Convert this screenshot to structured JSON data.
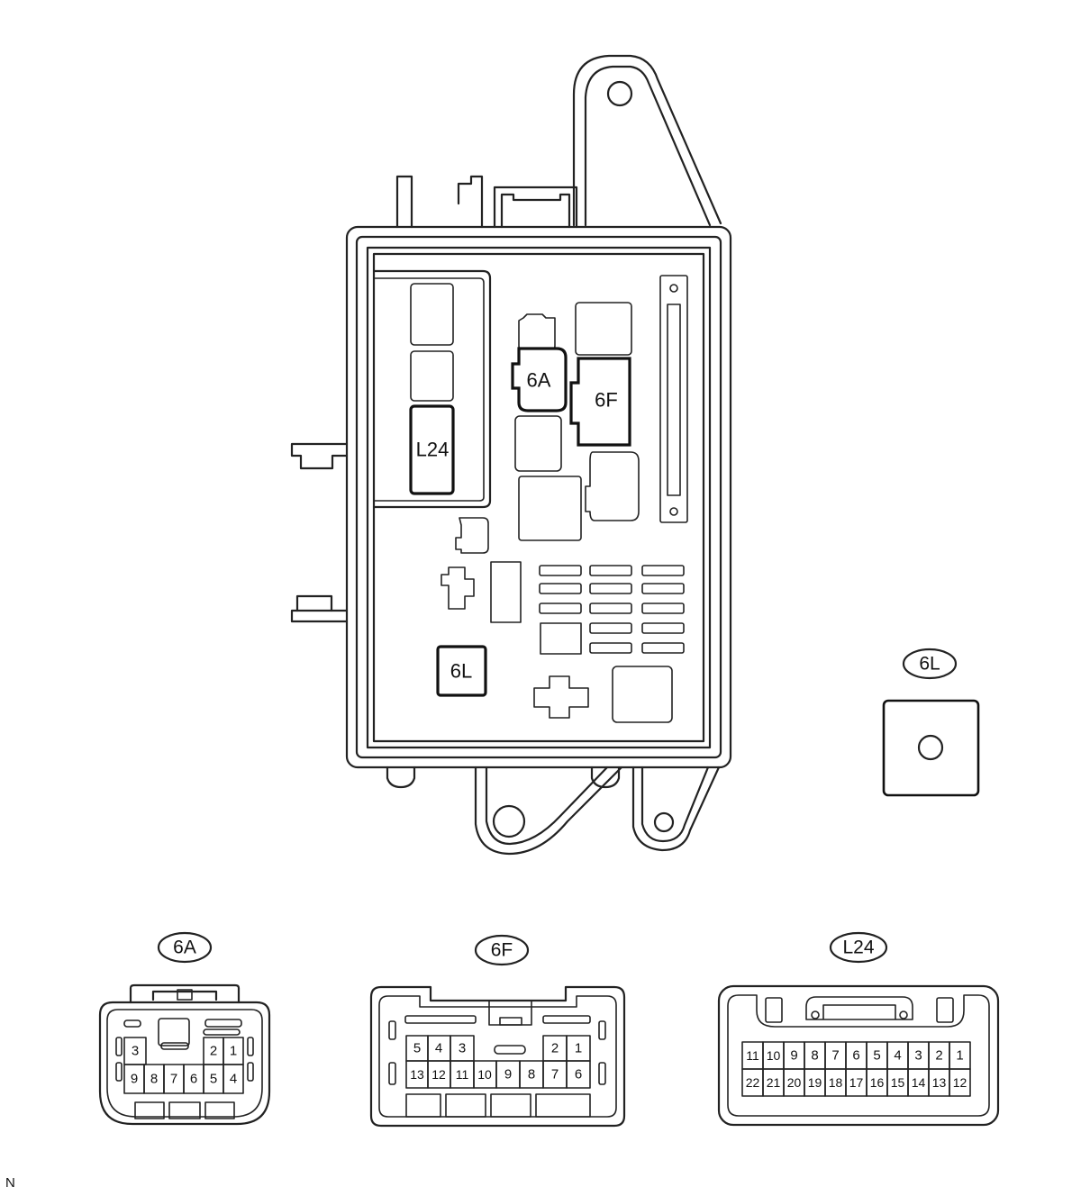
{
  "relay_block": {
    "labels": {
      "c6a": "6A",
      "c6f": "6F",
      "l24": "L24",
      "c6l": "6L"
    }
  },
  "detail_6l": {
    "tag": "6L"
  },
  "connector_6a": {
    "tag": "6A",
    "top_row": [
      "3",
      "2",
      "1"
    ],
    "bottom_row": [
      "9",
      "8",
      "7",
      "6",
      "5",
      "4"
    ]
  },
  "connector_6f": {
    "tag": "6F",
    "top_left": [
      "5",
      "4",
      "3"
    ],
    "top_right": [
      "2",
      "1"
    ],
    "bottom_row": [
      "13",
      "12",
      "11",
      "10",
      "9",
      "8",
      "7",
      "6"
    ]
  },
  "connector_l24": {
    "tag": "L24",
    "top_row": [
      "11",
      "10",
      "9",
      "8",
      "7",
      "6",
      "5",
      "4",
      "3",
      "2",
      "1"
    ],
    "bottom_row": [
      "22",
      "21",
      "20",
      "19",
      "18",
      "17",
      "16",
      "15",
      "14",
      "13",
      "12"
    ]
  },
  "corner_code": "N"
}
